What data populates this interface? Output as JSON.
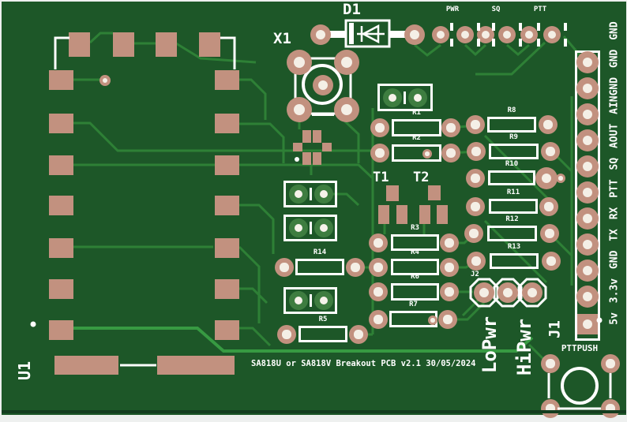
{
  "pcb": {
    "footer_text": "SA818U or SA818V Breakout PCB v2.1 30/05/2024",
    "designators": {
      "u1": "U1",
      "d1": "D1",
      "x1": "X1",
      "t1": "T1",
      "t2": "T2",
      "j1": "J1",
      "j2": "J2"
    },
    "leds": [
      {
        "label": "PWR"
      },
      {
        "label": "SQ"
      },
      {
        "label": "PTT"
      }
    ],
    "resistors": [
      {
        "label": "R1"
      },
      {
        "label": "R2"
      },
      {
        "label": "R3"
      },
      {
        "label": "R4"
      },
      {
        "label": "R5"
      },
      {
        "label": "R6"
      },
      {
        "label": "R7"
      },
      {
        "label": "R8"
      },
      {
        "label": "R9"
      },
      {
        "label": "R10"
      },
      {
        "label": "R11"
      },
      {
        "label": "R12"
      },
      {
        "label": "R13"
      },
      {
        "label": "R14"
      }
    ],
    "header_pinout_label": "5v 3.3v GND TX RX PTT SQ AOUT AINGND GND GND",
    "power_mode_labels": {
      "low": "LoPwr",
      "high": "HiPwr"
    },
    "button_label": "PTTPUSH",
    "colors": {
      "board_green": "#1d5728",
      "trace_green": "#2e8036",
      "bright_trace_green": "#379a42",
      "copper_pad": "#c2917f",
      "pad_hole": "#f4efe6",
      "jumper_pad_green": "#3e7d40",
      "silkscreen_white": "#ffffff",
      "background_gray": "#eef0ef"
    }
  }
}
